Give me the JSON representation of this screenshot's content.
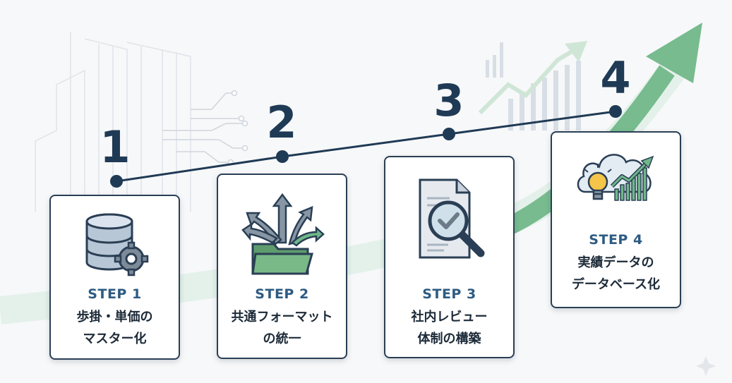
{
  "colors": {
    "navy": "#1f3a55",
    "step_blue": "#2d5b82",
    "green_arrow": "#6fb789",
    "card_border": "#2a3f55"
  },
  "steps": [
    {
      "number": "1",
      "label": "STEP 1",
      "title_lines": [
        "歩掛・単価の",
        "マスター化"
      ],
      "icon": "database-gear-icon"
    },
    {
      "number": "2",
      "label": "STEP 2",
      "title_lines": [
        "共通フォーマット",
        "の統一"
      ],
      "icon": "folder-arrows-icon"
    },
    {
      "number": "3",
      "label": "STEP 3",
      "title_lines": [
        "社内レビュー",
        "体制の構築"
      ],
      "icon": "document-magnifier-check-icon"
    },
    {
      "number": "4",
      "label": "STEP 4",
      "title_lines": [
        "実績データの",
        "データベース化"
      ],
      "icon": "cloud-bulb-growth-icon"
    }
  ]
}
